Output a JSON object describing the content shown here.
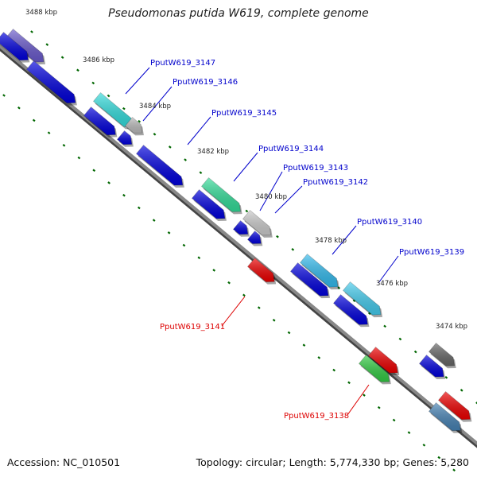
{
  "title": "Pseudomonas putida W619, complete genome",
  "footer": {
    "accession": "Accession: NC_010501",
    "summary": "Topology: circular; Length: 5,774,330 bp; Genes: 5,280"
  },
  "ticks": [
    {
      "id": "t3488",
      "label": "3488 kbp"
    },
    {
      "id": "t3486",
      "label": "3486 kbp"
    },
    {
      "id": "t3484",
      "label": "3484 kbp"
    },
    {
      "id": "t3482",
      "label": "3482 kbp"
    },
    {
      "id": "t3480",
      "label": "3480 kbp"
    },
    {
      "id": "t3478",
      "label": "3478 kbp"
    },
    {
      "id": "t3476",
      "label": "3476 kbp"
    },
    {
      "id": "t3474",
      "label": "3474 kbp"
    }
  ],
  "gene_labels": [
    {
      "id": "g3147",
      "label": "PputW619_3147",
      "color": "#0000cc"
    },
    {
      "id": "g3146",
      "label": "PputW619_3146",
      "color": "#0000cc"
    },
    {
      "id": "g3145",
      "label": "PputW619_3145",
      "color": "#0000cc"
    },
    {
      "id": "g3144",
      "label": "PputW619_3144",
      "color": "#0000cc"
    },
    {
      "id": "g3143",
      "label": "PputW619_3143",
      "color": "#0000cc"
    },
    {
      "id": "g3142",
      "label": "PputW619_3142",
      "color": "#0000cc"
    },
    {
      "id": "g3140",
      "label": "PputW619_3140",
      "color": "#0000cc"
    },
    {
      "id": "g3139",
      "label": "PputW619_3139",
      "color": "#0000cc"
    },
    {
      "id": "g3141",
      "label": "PputW619_3141",
      "color": "#dd0000"
    },
    {
      "id": "g3138",
      "label": "PputW619_3138",
      "color": "#dd0000"
    }
  ],
  "colors": {
    "backbone": "#888888",
    "blue": "#0000dd",
    "red": "#ee0000",
    "green": "#006600",
    "label_blue": "#0000cc",
    "label_red": "#dd0000"
  }
}
